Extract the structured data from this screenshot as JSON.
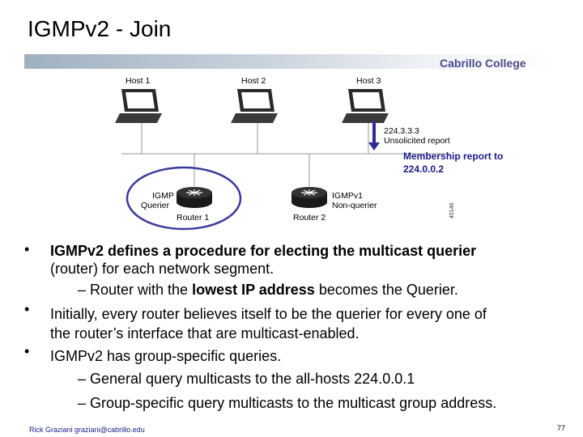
{
  "slide": {
    "title": "IGMPv2 - Join",
    "brand": "Cabrillo College",
    "footer": "Rick Graziani graziani@cabrillo.edu",
    "page_number": "77"
  },
  "diagram": {
    "hosts": [
      "Host 1",
      "Host 2",
      "Host 3"
    ],
    "report_label_line1": "224.3.3.3",
    "report_label_line2": "Unsolicited report",
    "membership_line1": "Membership report to",
    "membership_line2": "224.0.0.2",
    "router1_role_line1": "IGMP",
    "router1_role_line2": "Querier",
    "router1_name": "Router 1",
    "router2_role_line1": "IGMPv1",
    "router2_role_line2": "Non-querier",
    "router2_name": "Router 2",
    "figure_id": "45146",
    "colors": {
      "circle": "#3b3b9e",
      "arrow": "#2c2c9a",
      "router": "#1a1a1a"
    }
  },
  "bullets": [
    {
      "text": "IGMPv2 defines a procedure for electing the multicast querier",
      "text_cont": "(router) for each network segment.",
      "sub_before": "– Router with the ",
      "sub_bold": "lowest IP address",
      "sub_after": " becomes the Querier."
    },
    {
      "text": "Initially, every router believes itself to be the querier for every one of",
      "text_cont": "the router’s interface that are multicast-enabled."
    },
    {
      "text": "IGMPv2 has group-specific queries.",
      "sub1": "– General query multicasts to the all-hosts 224.0.0.1",
      "sub2": "– Group-specific query multicasts to the multicast group address."
    }
  ],
  "bullet_symbol": "•"
}
